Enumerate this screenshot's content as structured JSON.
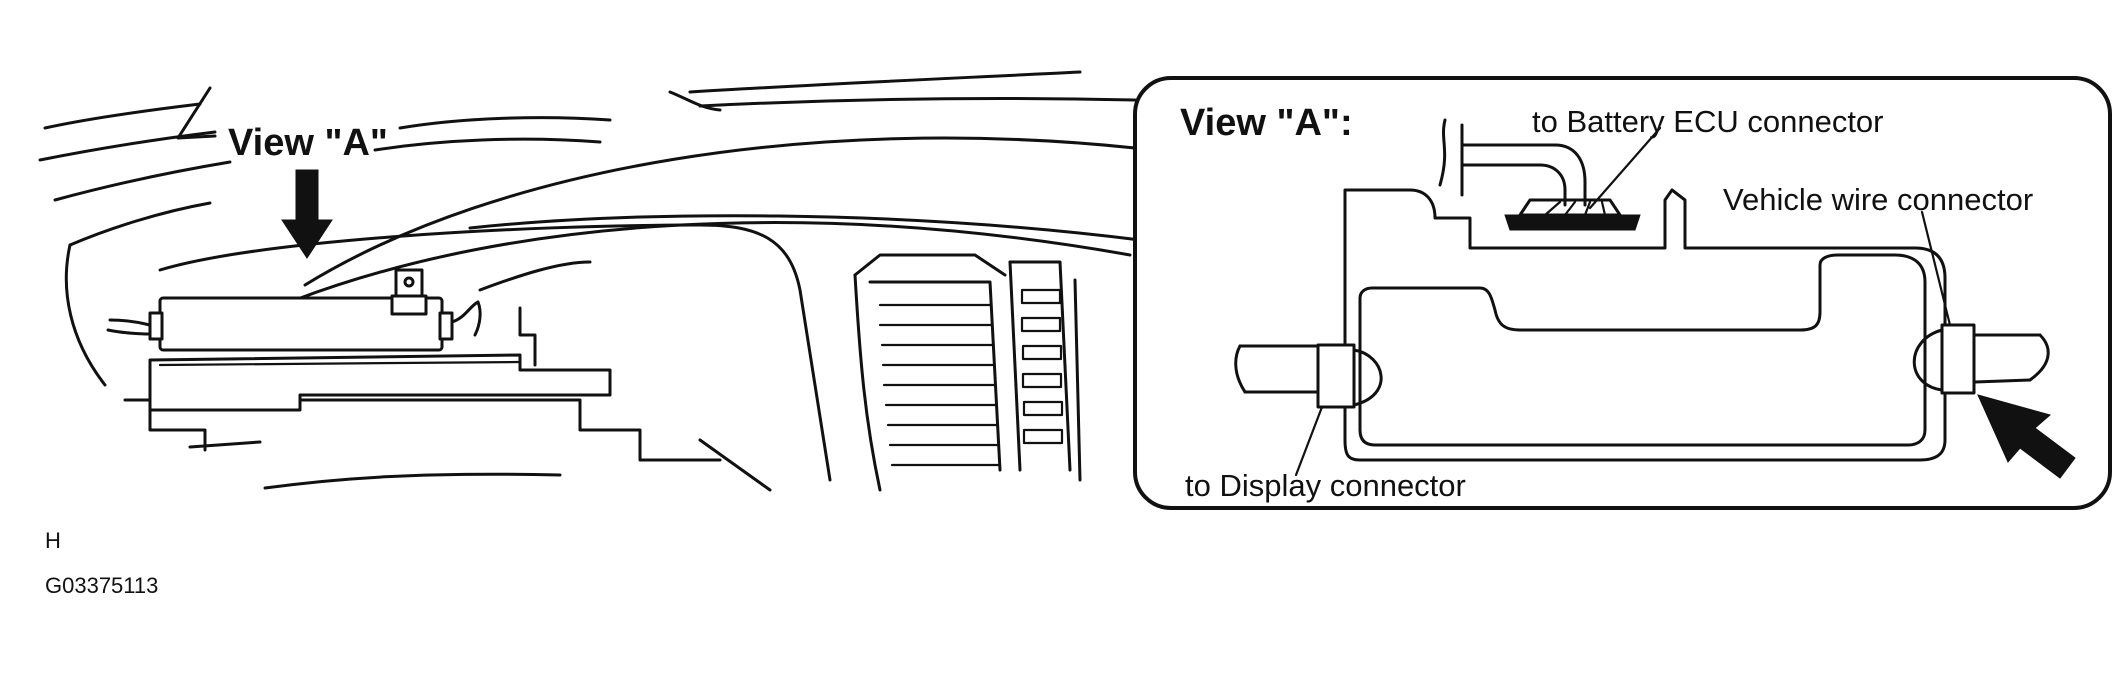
{
  "left_view": {
    "view_label": "View \"A\""
  },
  "inset": {
    "title": "View \"A\":",
    "labels": {
      "battery_ecu": "to Battery ECU connector",
      "vehicle_wire": "Vehicle wire connector",
      "display": "to Display connector"
    }
  },
  "footer": {
    "mark": "H",
    "code": "G03375113"
  }
}
